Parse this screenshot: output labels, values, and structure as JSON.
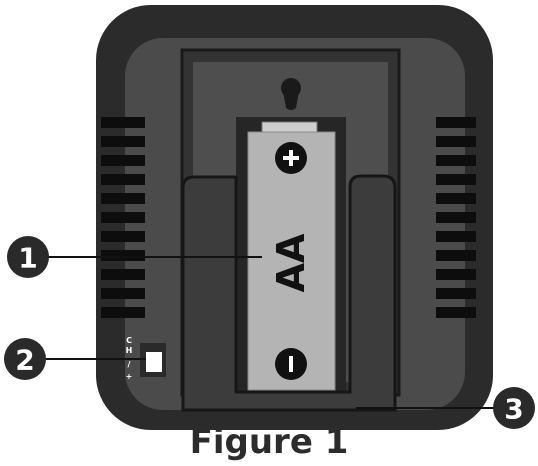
{
  "battery": {
    "label": "AA",
    "positive_symbol": "+",
    "negative_symbol": "−"
  },
  "switch": {
    "line1": "C",
    "line2": "H",
    "line3": "/",
    "line4": "+"
  },
  "callouts": {
    "battery_callout": "1",
    "switch_callout": "2",
    "stand_callout": "3"
  },
  "caption": "Figure 1",
  "colors": {
    "housing_outer": "#2b2b2b",
    "housing_inner": "#4a4a4a",
    "compartment": "#3a3a3a",
    "battery_body": "#b3b3b3",
    "callout": "#2a2a2a"
  }
}
